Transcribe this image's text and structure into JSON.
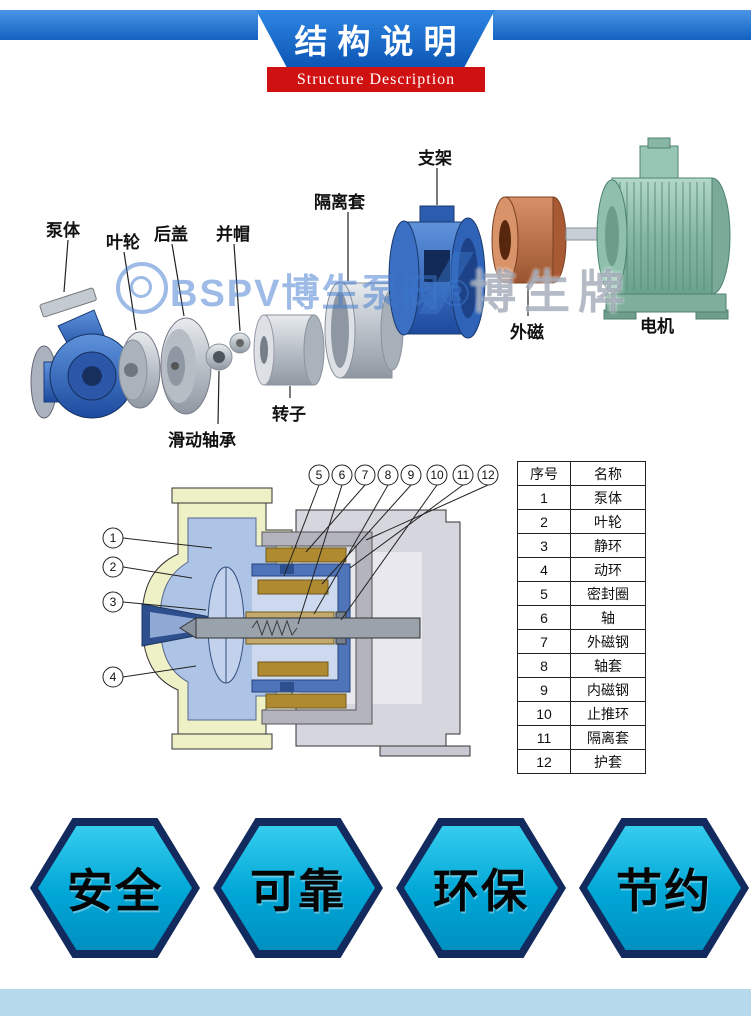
{
  "header": {
    "title": "结构说明",
    "subtitle": "Structure Description"
  },
  "watermark": {
    "brand": "BSPV博生泵阀®",
    "right": "博生牌"
  },
  "exploded_labels": {
    "pump_body": "泵体",
    "impeller": "叶轮",
    "rear_cover": "后盖",
    "cap_nut": "并帽",
    "isolation_sleeve": "隔离套",
    "bracket": "支架",
    "outer_magnet": "外磁",
    "motor": "电机",
    "sliding_bearing": "滑动轴承",
    "rotor": "转子"
  },
  "diagram": {
    "callouts_left": [
      "1",
      "2",
      "3",
      "4"
    ],
    "callouts_top": [
      "5",
      "6",
      "7",
      "8",
      "9",
      "10",
      "11",
      "12"
    ]
  },
  "parts_table": {
    "headers": [
      "序号",
      "名称"
    ],
    "rows": [
      [
        "1",
        "泵体"
      ],
      [
        "2",
        "叶轮"
      ],
      [
        "3",
        "静环"
      ],
      [
        "4",
        "动环"
      ],
      [
        "5",
        "密封圈"
      ],
      [
        "6",
        "轴"
      ],
      [
        "7",
        "外磁钢"
      ],
      [
        "8",
        "轴套"
      ],
      [
        "9",
        "内磁钢"
      ],
      [
        "10",
        "止推环"
      ],
      [
        "11",
        "隔离套"
      ],
      [
        "12",
        "护套"
      ]
    ]
  },
  "badges": [
    "安全",
    "可靠",
    "环保",
    "节约"
  ]
}
